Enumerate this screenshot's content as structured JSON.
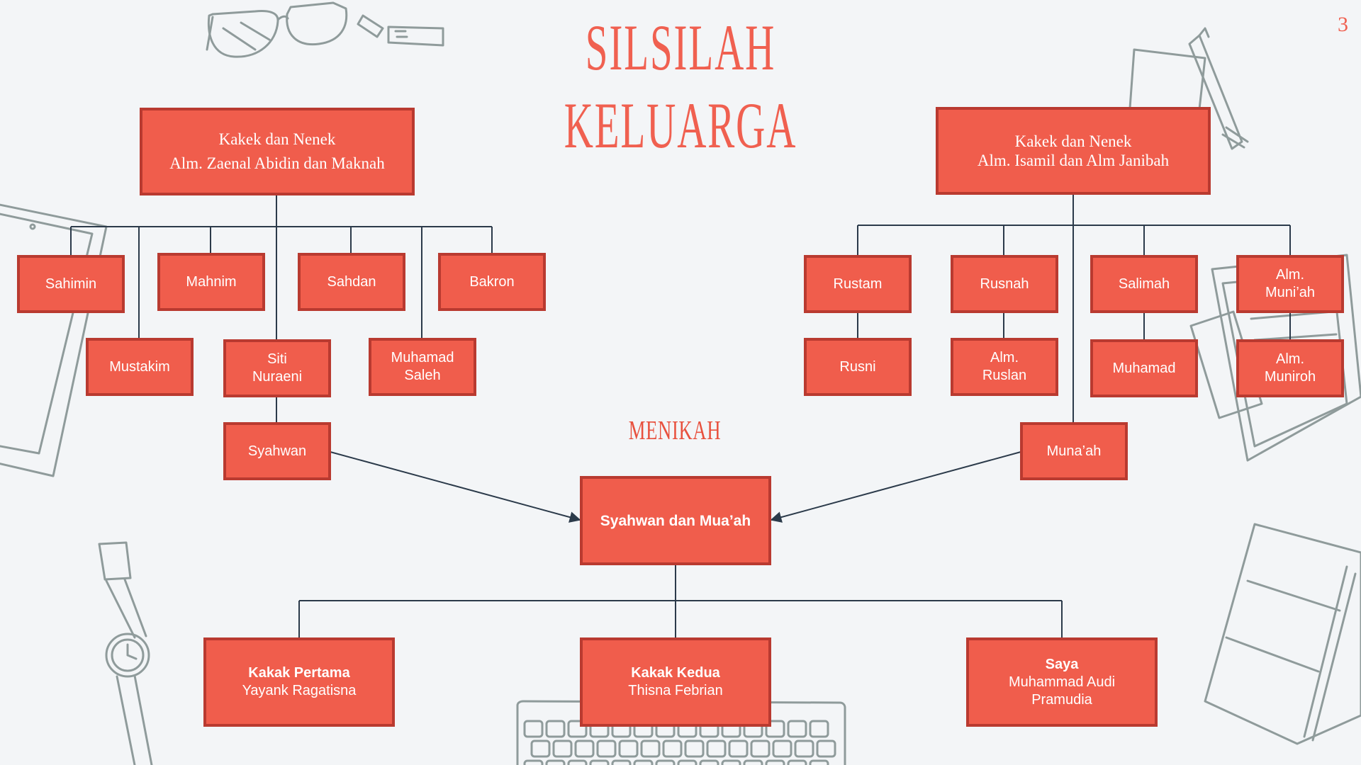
{
  "slide": {
    "title": "SILSILAH KELUARGA",
    "page_number": "3",
    "married_label": "MENIKAH"
  },
  "paternal": {
    "grandparents": {
      "line1": "Kakek dan Nenek",
      "line2": "Alm. Zaenal Abidin dan Maknah"
    },
    "children": {
      "sahimin": "Sahimin",
      "mahnim": "Mahnim",
      "sahdan": "Sahdan",
      "bakron": "Bakron",
      "mustakim": "Mustakim",
      "siti_nuraeni": [
        "Siti",
        "Nuraeni"
      ],
      "muhamad_saleh": [
        "Muhamad",
        "Saleh"
      ]
    },
    "parent": "Syahwan"
  },
  "maternal": {
    "grandparents": {
      "line1": "Kakek dan Nenek",
      "line2": "Alm. Isamil dan Alm Janibah"
    },
    "children": {
      "rustam": "Rustam",
      "rusnah": "Rusnah",
      "salimah": "Salimah",
      "muni_ah": [
        "Alm.",
        "Muni’ah"
      ]
    },
    "grandchildren": {
      "rusni": "Rusni",
      "ruslan": [
        "Alm.",
        "Ruslan"
      ],
      "muhamad": "Muhamad",
      "muniroh": [
        "Alm.",
        "Muniroh"
      ]
    },
    "parent": "Muna’ah"
  },
  "couple": "Syahwan dan Mua’ah",
  "children": [
    {
      "title": "Kakak Pertama",
      "name": "Yayank Ragatisna"
    },
    {
      "title": "Kakak Kedua",
      "name": "Thisna Febrian"
    },
    {
      "title": "Saya",
      "name_lines": [
        "Muhammad Audi",
        "Pramudia"
      ]
    }
  ],
  "colors": {
    "box_fill": "#f05d4c",
    "box_border": "#b93a30",
    "title": "#f06050",
    "connector": "#2b3a4a",
    "background": "#f3f5f7",
    "sketch": "#8f9b9b"
  }
}
